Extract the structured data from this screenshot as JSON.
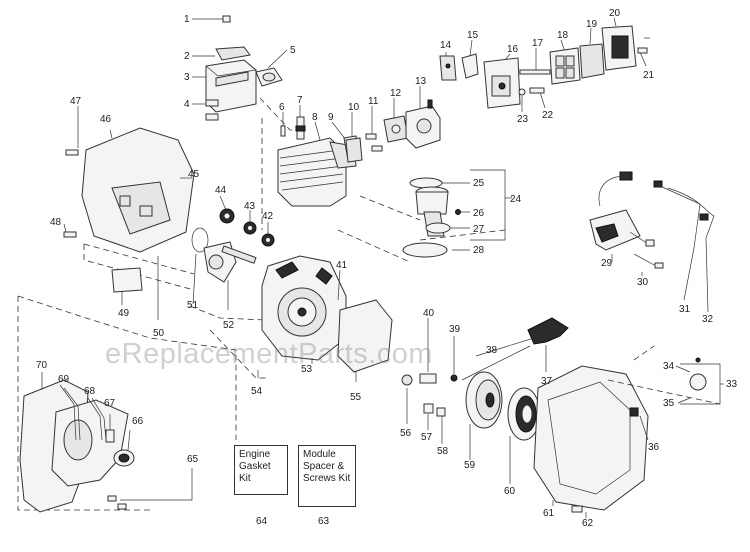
{
  "watermark": "eReplacementParts.com",
  "kits": {
    "engine_gasket": "Engine Gasket Kit",
    "module_spacer": "Module Spacer & Screws Kit"
  },
  "parts": [
    "1",
    "2",
    "3",
    "4",
    "5",
    "6",
    "7",
    "8",
    "9",
    "10",
    "11",
    "12",
    "13",
    "14",
    "15",
    "16",
    "17",
    "18",
    "19",
    "20",
    "21",
    "22",
    "23",
    "24",
    "25",
    "26",
    "27",
    "28",
    "29",
    "30",
    "31",
    "32",
    "33",
    "34",
    "35",
    "36",
    "37",
    "38",
    "39",
    "40",
    "41",
    "42",
    "43",
    "44",
    "45",
    "46",
    "47",
    "48",
    "49",
    "50",
    "51",
    "52",
    "53",
    "54",
    "55",
    "56",
    "57",
    "58",
    "59",
    "60",
    "61",
    "62",
    "63",
    "64",
    "65",
    "66",
    "67",
    "68",
    "69",
    "70"
  ]
}
